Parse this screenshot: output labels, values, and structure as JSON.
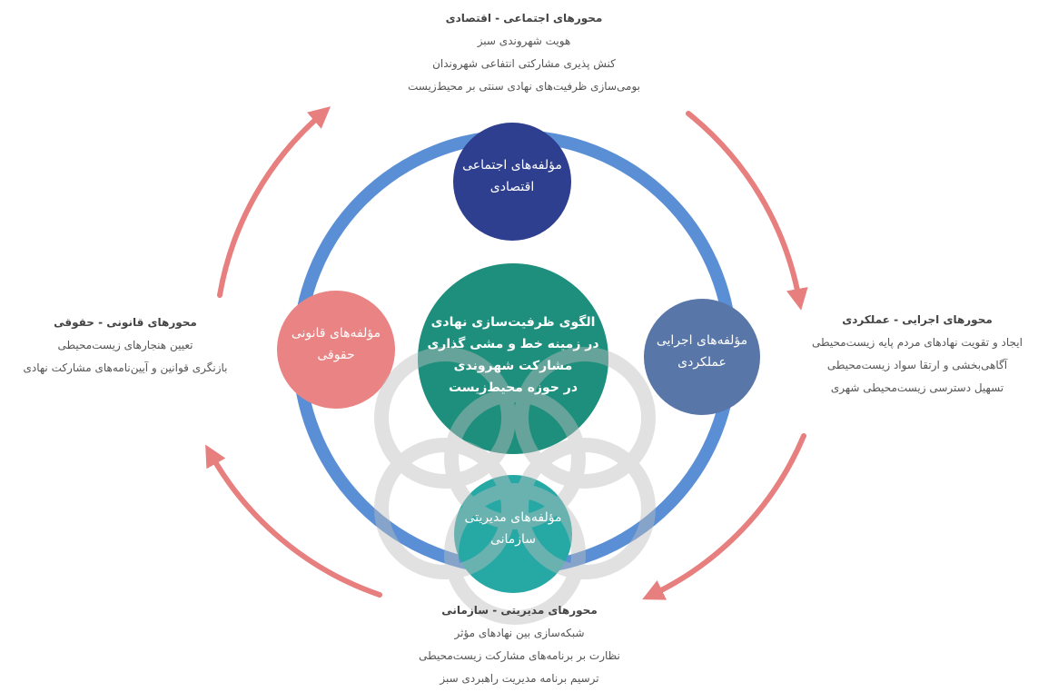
{
  "colors": {
    "ring": "#5a8fd6",
    "arrow": "#e77f7f",
    "social": "#2f3f8f",
    "executive": "#5876a8",
    "legal": "#ea8484",
    "managerial": "#26a9a5",
    "center": "#1e8f7d",
    "watermark": "#bdbdbd"
  },
  "icons": {
    "watermark": "decorative-lattice-emblem"
  },
  "center": {
    "lines": [
      "الگوی ظرفیت‌سازی نهادی",
      "در زمینه خط و مشی گذاری",
      "مشارکت شهروندی",
      "در حوزه محیط‌زیست"
    ]
  },
  "circles": {
    "social": {
      "lines": [
        "مؤلفه‌های اجتماعی",
        "اقتصادی"
      ]
    },
    "executive": {
      "lines": [
        "مؤلفه‌های اجرایی",
        "عملکردی"
      ]
    },
    "legal": {
      "lines": [
        "مؤلفه‌های قانونی",
        "حقوقی"
      ]
    },
    "managerial": {
      "lines": [
        "مؤلفه‌های مدیریتی",
        "سازمانی"
      ]
    }
  },
  "blocks": {
    "top": {
      "title": "محورهای اجتماعی - اقتصادی",
      "items": [
        "هویت شهروندی سبز",
        "کنش پذیری مشارکتی   انتفاعی شهروندان",
        "بومی‌سازی ظرفیت‌های نهادی سنتی بر محیط‌زیست"
      ]
    },
    "right": {
      "title": "محورهای اجرایی - عملکردی",
      "items": [
        "ایجاد و تقویت نهادهای مردم پایه زیست‌محیطی",
        "آگاهی‌بخشی و ارتقا سواد زیست‌محیطی",
        "تسهیل دسترسی زیست‌محیطی شهری"
      ]
    },
    "left": {
      "title": "محورهای قانونی - حقوقی",
      "items": [
        "تعیین هنجارهای زیست‌محیطی",
        "بازنگری قوانین و آیین‌نامه‌های مشارکت نهادی"
      ]
    },
    "bottom": {
      "title": "محورهای مدیریتی - سازمانی",
      "items": [
        "شبکه‌سازی بین نهادهای مؤثر",
        "نظارت بر برنامه‌های مشارکت زیست‌محیطی",
        "ترسیم برنامه مدیریت راهبردی سبز"
      ]
    }
  }
}
